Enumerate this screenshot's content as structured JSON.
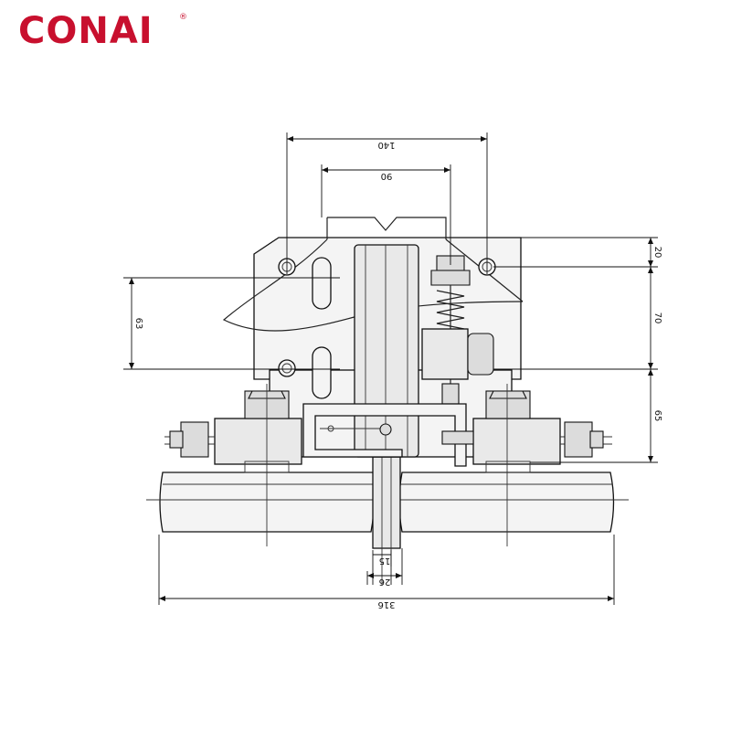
{
  "brand": {
    "name": "CONAI",
    "mark": "®",
    "color": "#c8102e"
  },
  "dimensions": {
    "top_outer": "140",
    "top_inner": "90",
    "left_vertical": "63",
    "right_upper": "20",
    "right_middle": "70",
    "right_lower": "65",
    "bottom_small": "15",
    "bottom_mid": "26",
    "bottom_overall": "316"
  }
}
